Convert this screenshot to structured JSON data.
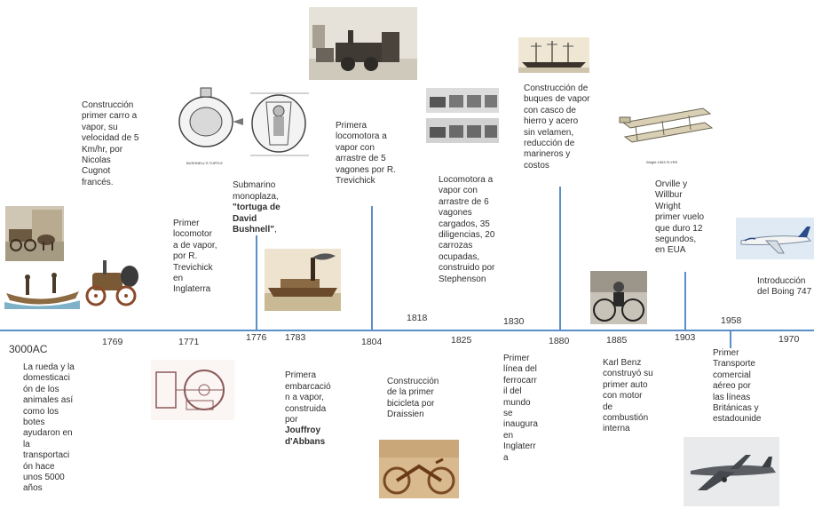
{
  "timeline": {
    "years": {
      "y3000ac": "3000AC",
      "y1769": "1769",
      "y1771": "1771",
      "y1776": "1776",
      "y1783": "1783",
      "y1804": "1804",
      "y1818": "1818",
      "y1825": "1825",
      "y1830": "1830",
      "y1880": "1880",
      "y1885": "1885",
      "y1903": "1903",
      "y1958": "1958",
      "y1970": "1970"
    },
    "events": {
      "e3000ac": "La rueda y la\ndomesticaci\nón de los\nanimales así\ncomo los\nbotes\nayudaron en\nla\ntransportaci\nón hace\nunos 5000\naños",
      "e1769": "Construcción\nprimer carro a\nvapor,  su\nvelocidad de 5\nKm/hr, por\nNicolas\nCugnot\nfrancés.",
      "e1771": "Primer\nlocomotor\na de vapor,\npor  R.\nTrevichick\nen\nInglaterra",
      "e1776_text": "Submarino\nmonoplaza,",
      "e1776_bold": "\"tortuga de\nDavid\nBushnell\"",
      "e1776_tail": ",",
      "e1783_text": "Primera\nembarcació\nn a vapor,\nconstruida\npor",
      "e1783_bold": "Jouffroy\nd'Abbans",
      "e1804": "Primera\nlocomotora a\nvapor con\narrastre de 5\nvagones por R.\nTrevichick",
      "e1818": "Construcción\nde la primer\nbicicleta por\nDraissien",
      "e1825": "Locomotora a\nvapor con\narrastre de 6\nvagones\ncargados, 35\ndiligencias, 20\ncarrozas\nocupadas,\nconstruido por\nStephenson",
      "e1830": "Primer\nlínea del\nferrocarr\nil del\nmundo\nse\ninaugura\nen\nInglaterr\na",
      "e1880": "Construcción de\nbuques de vapor\ncon casco de\nhierro  y acero\nsin velamen,\nreducción de\nmarineros y\ncostos",
      "e1885": "Karl Benz\nconstruyó su\nprimer auto\ncon motor\nde\ncombustión\ninterna",
      "e1903": "Orville y\nWillbur\nWright\nprimer vuelo\nque duro 12\nsegundos,\nen EUA",
      "e1958": "Primer\nTransporte\ncomercial\naéreo por\nlas líneas\nBritánicas y\nestadounide",
      "e1970": "Introducción\ndel Boing 747"
    },
    "image_captions": {
      "submarine": "BUSHNELL'S TURTLE",
      "flyer": "Wright 1903 FLYER"
    }
  }
}
